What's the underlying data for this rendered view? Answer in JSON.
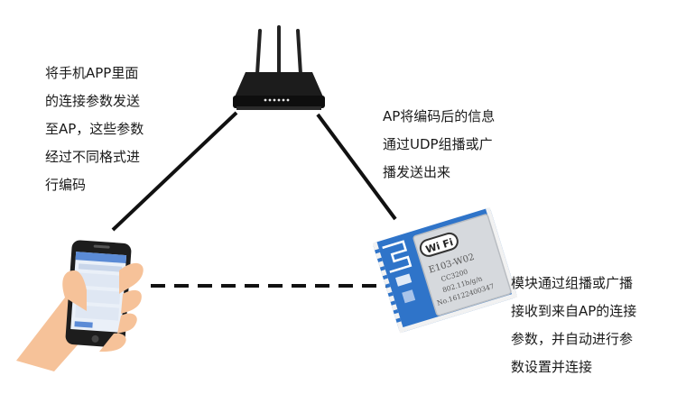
{
  "captions": {
    "phone_to_ap": "将手机APP里面\n的连接参数发送\n至AP，这些参数\n经过不同格式进\n行编码",
    "ap_broadcast": "AP将编码后的信息\n通过UDP组播或广\n播发送出来",
    "module_receive": "模块通过组播或广播\n接收到来自AP的连接\n参数，并自动进行参\n数设置并连接"
  },
  "module_label": {
    "logo": "Wi Fi",
    "model": "E103-W02",
    "chip": "CC3200",
    "standard": "802.11b/g/n",
    "serial": "No.16122400347"
  },
  "colors": {
    "module_blue": "#2f74c9",
    "shield_silver": "#d6d9dd",
    "router_black": "#151515",
    "skin": "#f6c299",
    "phone_screen": "#5b8bd6"
  }
}
